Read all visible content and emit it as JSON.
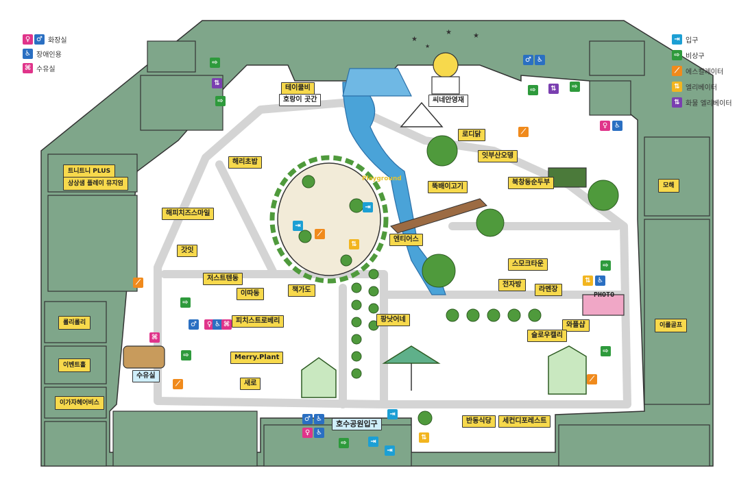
{
  "legend_left": [
    {
      "icon": "restroom-icon",
      "label": "화장실"
    },
    {
      "icon": "accessible-icon",
      "label": "장애인용"
    },
    {
      "icon": "nursing-room-icon",
      "label": "수유실"
    }
  ],
  "legend_right": [
    {
      "icon": "entrance-icon",
      "label": "입구"
    },
    {
      "icon": "emergency-exit-icon",
      "label": "비상구"
    },
    {
      "icon": "escalator-icon",
      "label": "에스컬레이터"
    },
    {
      "icon": "elevator-icon",
      "label": "엘리베이터"
    },
    {
      "icon": "freight-elevator-icon",
      "label": "화물 엘리베이터"
    }
  ],
  "left_stores": [
    "트니트니 PLUS",
    "상상샘 플레이 뮤지엄",
    "롤리롤리",
    "이벤트홀",
    "이가자헤어비스"
  ],
  "right_stores": [
    "모해",
    "이룰골프"
  ],
  "places": {
    "teabaebi": "테이쿨비",
    "tiger": "호랑이 곳간",
    "cinema": "씨네안영재",
    "lodge": "로디닭",
    "itbusan": "잇부산오뎅",
    "nolmyeon": "뚝배이고기",
    "bukchang": "북창동순두부",
    "haeri": "해리초밥",
    "happy": "해피치즈스마일",
    "gutit": "갓잇",
    "justt": "저스트텐동",
    "ittaedong": "이따동",
    "peach": "피치스트로베리",
    "merry": "Merry.Plant",
    "saero": "새로",
    "book": "책가도",
    "entire": "엔티어스",
    "smoke": "스모크타운",
    "jeonja": "전자방",
    "ramen": "라멘장",
    "waffle": "와플샵",
    "pongeo": "팡낫어네",
    "slow": "슬로우캘리",
    "banding": "반동식당",
    "seconde": "세컨디포레스트",
    "nursing_room": "수유실",
    "main_entrance": "호수공원입구",
    "playground": "Playground",
    "photo": "PHOTO"
  },
  "colors": {
    "floor": "#7fa68a",
    "path": "#d4d4d4",
    "label": "#f7d94c",
    "water": "#4aa3d8",
    "tree": "#4f9a3c",
    "island": "#f2ebd8"
  }
}
